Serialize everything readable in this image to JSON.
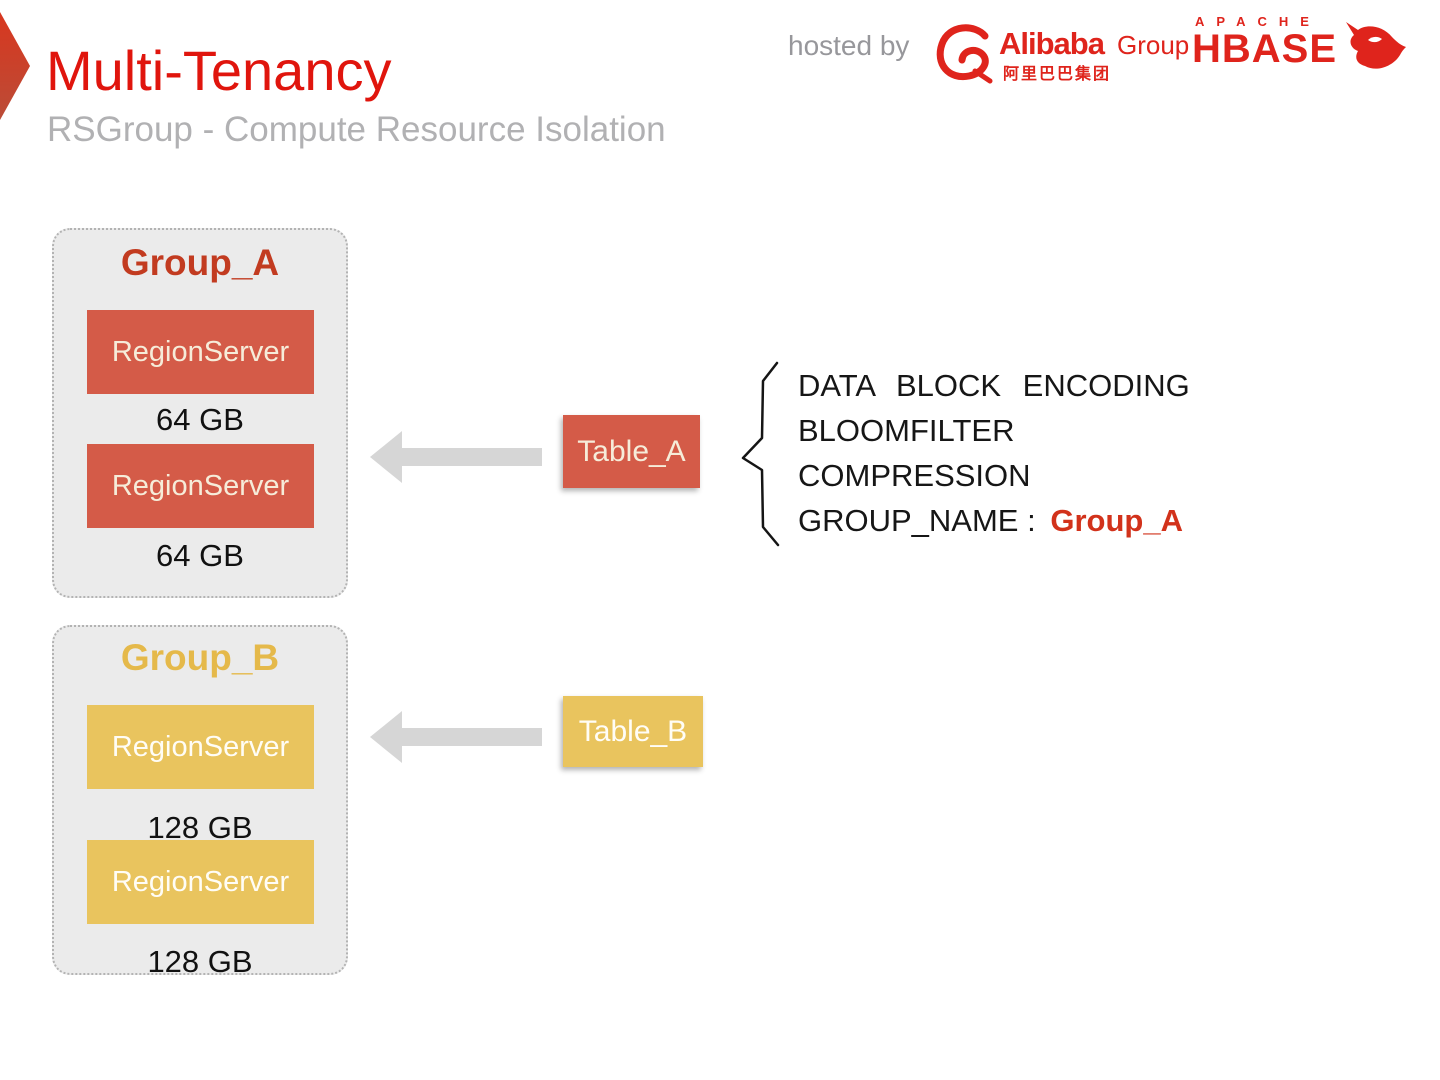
{
  "slide": {
    "title": "Multi-Tenancy",
    "subtitle": "RSGroup - Compute Resource Isolation"
  },
  "header": {
    "hosted_by": "hosted by",
    "alibaba_logo": {
      "name": "Alibaba",
      "suffix": "Group",
      "chinese": "阿里巴巴集团"
    },
    "hbase_logo": {
      "apache": "APACHE",
      "name": "HBASE"
    }
  },
  "groups": [
    {
      "title": "Group_A",
      "servers": [
        {
          "label": "RegionServer",
          "memory": "64 GB"
        },
        {
          "label": "RegionServer",
          "memory": "64 GB"
        }
      ]
    },
    {
      "title": "Group_B",
      "servers": [
        {
          "label": "RegionServer",
          "memory": "128 GB"
        },
        {
          "label": "RegionServer",
          "memory": "128 GB"
        }
      ]
    }
  ],
  "tables": [
    {
      "label": "Table_A"
    },
    {
      "label": "Table_B"
    }
  ],
  "table_properties": {
    "lines": [
      "DATA BLOCK ENCODING",
      "BLOOMFILTER",
      "COMPRESSION"
    ],
    "group_name_label": "GROUP_NAME :",
    "group_name_value": "Group_A"
  },
  "colors": {
    "title-red": "#e0150d",
    "dark-red": "#c23b20",
    "box-red": "#d45b48",
    "box-gold": "#e9c45e",
    "gold-title": "#e5b94a",
    "panel-bg": "#ebebeb",
    "panel-border": "#b3b3b3",
    "arrow-gray": "#d6d6d6",
    "subtitle-gray": "#b1b1b3",
    "hosted-gray": "#97979b",
    "logo-red": "#df241c",
    "cream-text": "#f6ecd9",
    "white-text": "#fffdf6",
    "body-text": "#161616",
    "value-red": "#d2321b"
  }
}
